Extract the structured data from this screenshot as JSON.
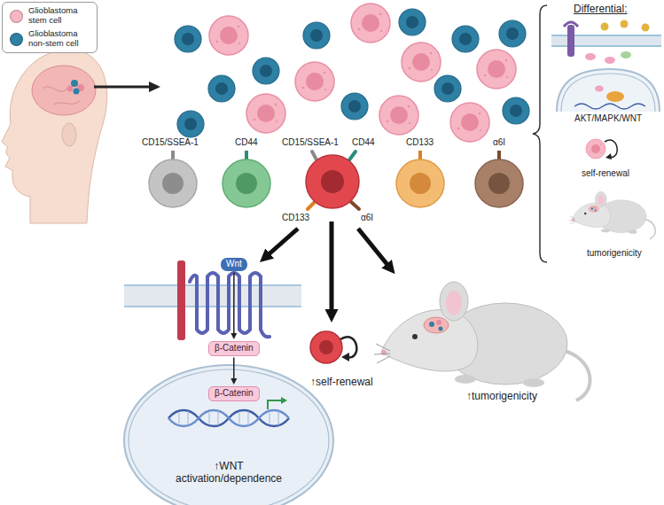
{
  "diagram": {
    "nodes": [
      {
        "text": [
          "Wnt"
        ]
      },
      {
        "text": [
          "β-Catenin"
        ]
      },
      {
        "text": [
          "β-Catenin"
        ]
      }
    ],
    "edges": [
      {
        "from": 0,
        "to": 1,
        "arrow": "to"
      },
      {
        "from": 1,
        "to": 2,
        "arrow": "to"
      }
    ],
    "labels": [
      "Differential:",
      "AKT/MAPK/WNT",
      "self-renewal",
      "tumorigenicity",
      "CD15/SSEA-1",
      "CD44",
      "CD15/SSEA-1",
      "CD44",
      "CD133",
      "α6I",
      "CD133",
      "α6I",
      "↑WNT activation/dependence",
      "↑self-renewal",
      "↑tumorigenicity"
    ],
    "legend": [
      {
        "text": "Glioblastoma stem cell",
        "color": "#f6b6c4"
      },
      {
        "text": "Glioblastoma non-stem cell",
        "color": "#2e80a4"
      }
    ]
  }
}
